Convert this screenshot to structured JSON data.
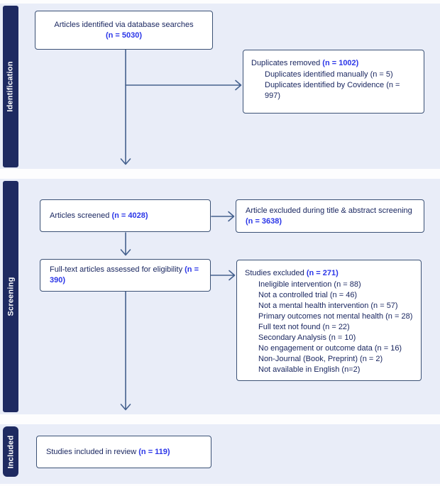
{
  "colors": {
    "navy": "#1e2a61",
    "panel": "#e9edf8",
    "box-border": "#3b5175",
    "text": "#17245e",
    "n-blue": "#2b36e8",
    "arrow": "#45618e"
  },
  "stages": {
    "identification": "Identification",
    "screening": "Screening",
    "included": "Included"
  },
  "boxes": {
    "identified": {
      "text": "Articles identified via database searches",
      "n": "(n = 5030)"
    },
    "duplicates": {
      "text": "Duplicates removed",
      "n": "(n = 1002)",
      "items": [
        "Duplicates identified manually (n = 5)",
        "Duplicates identified by Covidence (n = 997)"
      ]
    },
    "screened": {
      "text": "Articles screened",
      "n": "(n = 4028)"
    },
    "title_abstract_excluded": {
      "text": "Article excluded during title & abstract screening",
      "n": "(n = 3638)"
    },
    "fulltext": {
      "text": "Full-text articles assessed for eligibility",
      "n": "(n = 390)"
    },
    "excluded": {
      "text": "Studies excluded",
      "n": "(n = 271)",
      "items": [
        "Ineligible intervention (n = 88)",
        "Not a controlled trial (n = 46)",
        "Not a mental health intervention (n = 57)",
        "Primary outcomes not mental health (n = 28)",
        "Full text not found (n = 22)",
        "Secondary Analysis (n = 10)",
        "No engagement or outcome data (n = 16)",
        "Non-Journal (Book, Preprint) (n = 2)",
        "Not available in English (n=2)"
      ]
    },
    "included": {
      "text": "Studies included in review",
      "n": "(n = 119)"
    }
  }
}
